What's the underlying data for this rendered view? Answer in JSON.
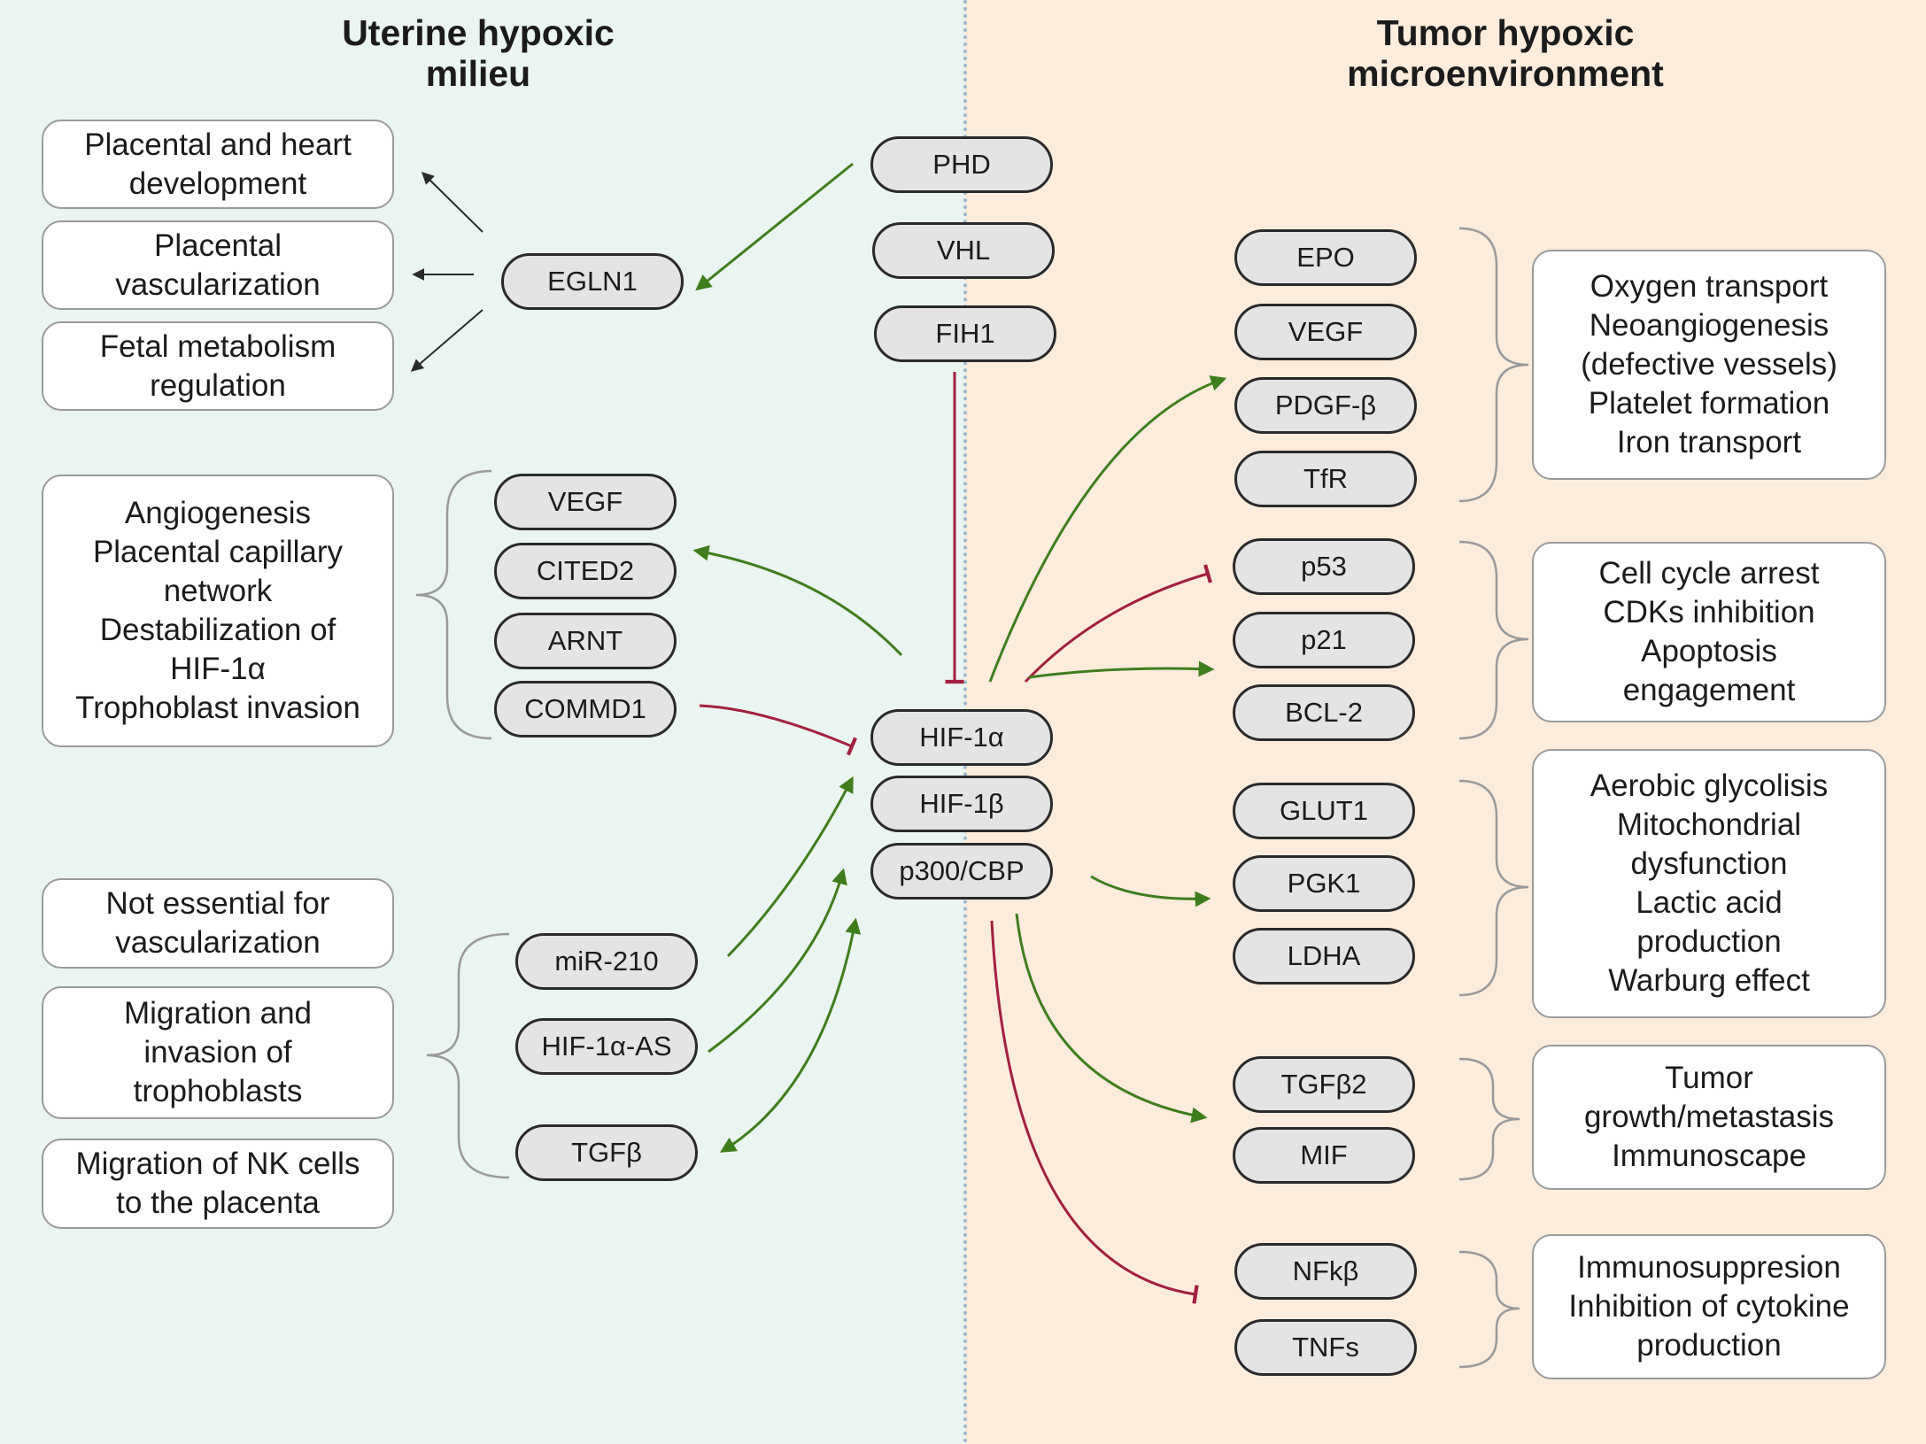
{
  "titles": {
    "left": [
      "Uterine hypoxic",
      "milieu"
    ],
    "right": [
      "Tumor hypoxic",
      "microenvironment"
    ]
  },
  "nodes": {
    "phd": "PHD",
    "vhl": "VHL",
    "fih1": "FIH1",
    "egln1": "EGLN1",
    "vegf_left": "VEGF",
    "cited2": "CITED2",
    "arnt": "ARNT",
    "commd1": "COMMD1",
    "mir210": "miR-210",
    "hif1a_as": "HIF-1α-AS",
    "tgfb": "TGFβ",
    "hif1a": "HIF-1α",
    "hif1b": "HIF-1β",
    "p300": "p300/CBP",
    "epo": "EPO",
    "vegf_right": "VEGF",
    "pdgfb": "PDGF-β",
    "tfr": "TfR",
    "p53": "p53",
    "p21": "p21",
    "bcl2": "BCL-2",
    "glut1": "GLUT1",
    "pgk1": "PGK1",
    "ldha": "LDHA",
    "tgfb2": "TGFβ2",
    "mif": "MIF",
    "nfkb": "NFkβ",
    "tnfs": "TNFs"
  },
  "boxes": {
    "placental_heart": [
      "Placental and heart",
      "development"
    ],
    "placental_vasc": [
      "Placental",
      "vascularization"
    ],
    "fetal_metab": [
      "Fetal metabolism",
      "regulation"
    ],
    "angiogenesis": [
      "Angiogenesis",
      "Placental capillary",
      "network",
      "Destabilization of",
      "HIF-1α",
      "Trophoblast invasion"
    ],
    "not_essential": [
      "Not essential for",
      "vascularization"
    ],
    "migration_troph": [
      "Migration and",
      "invasion of",
      "trophoblasts"
    ],
    "migration_nk": [
      "Migration of NK cells",
      "to the placenta"
    ],
    "oxygen": [
      "Oxygen transport",
      "Neoangiogenesis",
      "(defective vessels)",
      "Platelet formation",
      "Iron transport"
    ],
    "cell_cycle": [
      "Cell cycle arrest",
      "CDKs inhibition",
      "Apoptosis",
      "engagement"
    ],
    "aerobic": [
      "Aerobic glycolisis",
      "Mitochondrial",
      "dysfunction",
      "Lactic acid",
      "production",
      "Warburg effect"
    ],
    "tumor_growth": [
      "Tumor",
      "growth/metastasis",
      "Immunoscape"
    ],
    "immuno": [
      "Immunosuppresion",
      "Inhibition of cytokine",
      "production"
    ]
  },
  "colors": {
    "activation": "#3f7d1c",
    "inhibition": "#a3203f",
    "neutral": "#2b2b2b",
    "bracket": "#9a9a9a",
    "left_bg": "#eaf4f0",
    "right_bg": "#fcecdc"
  }
}
